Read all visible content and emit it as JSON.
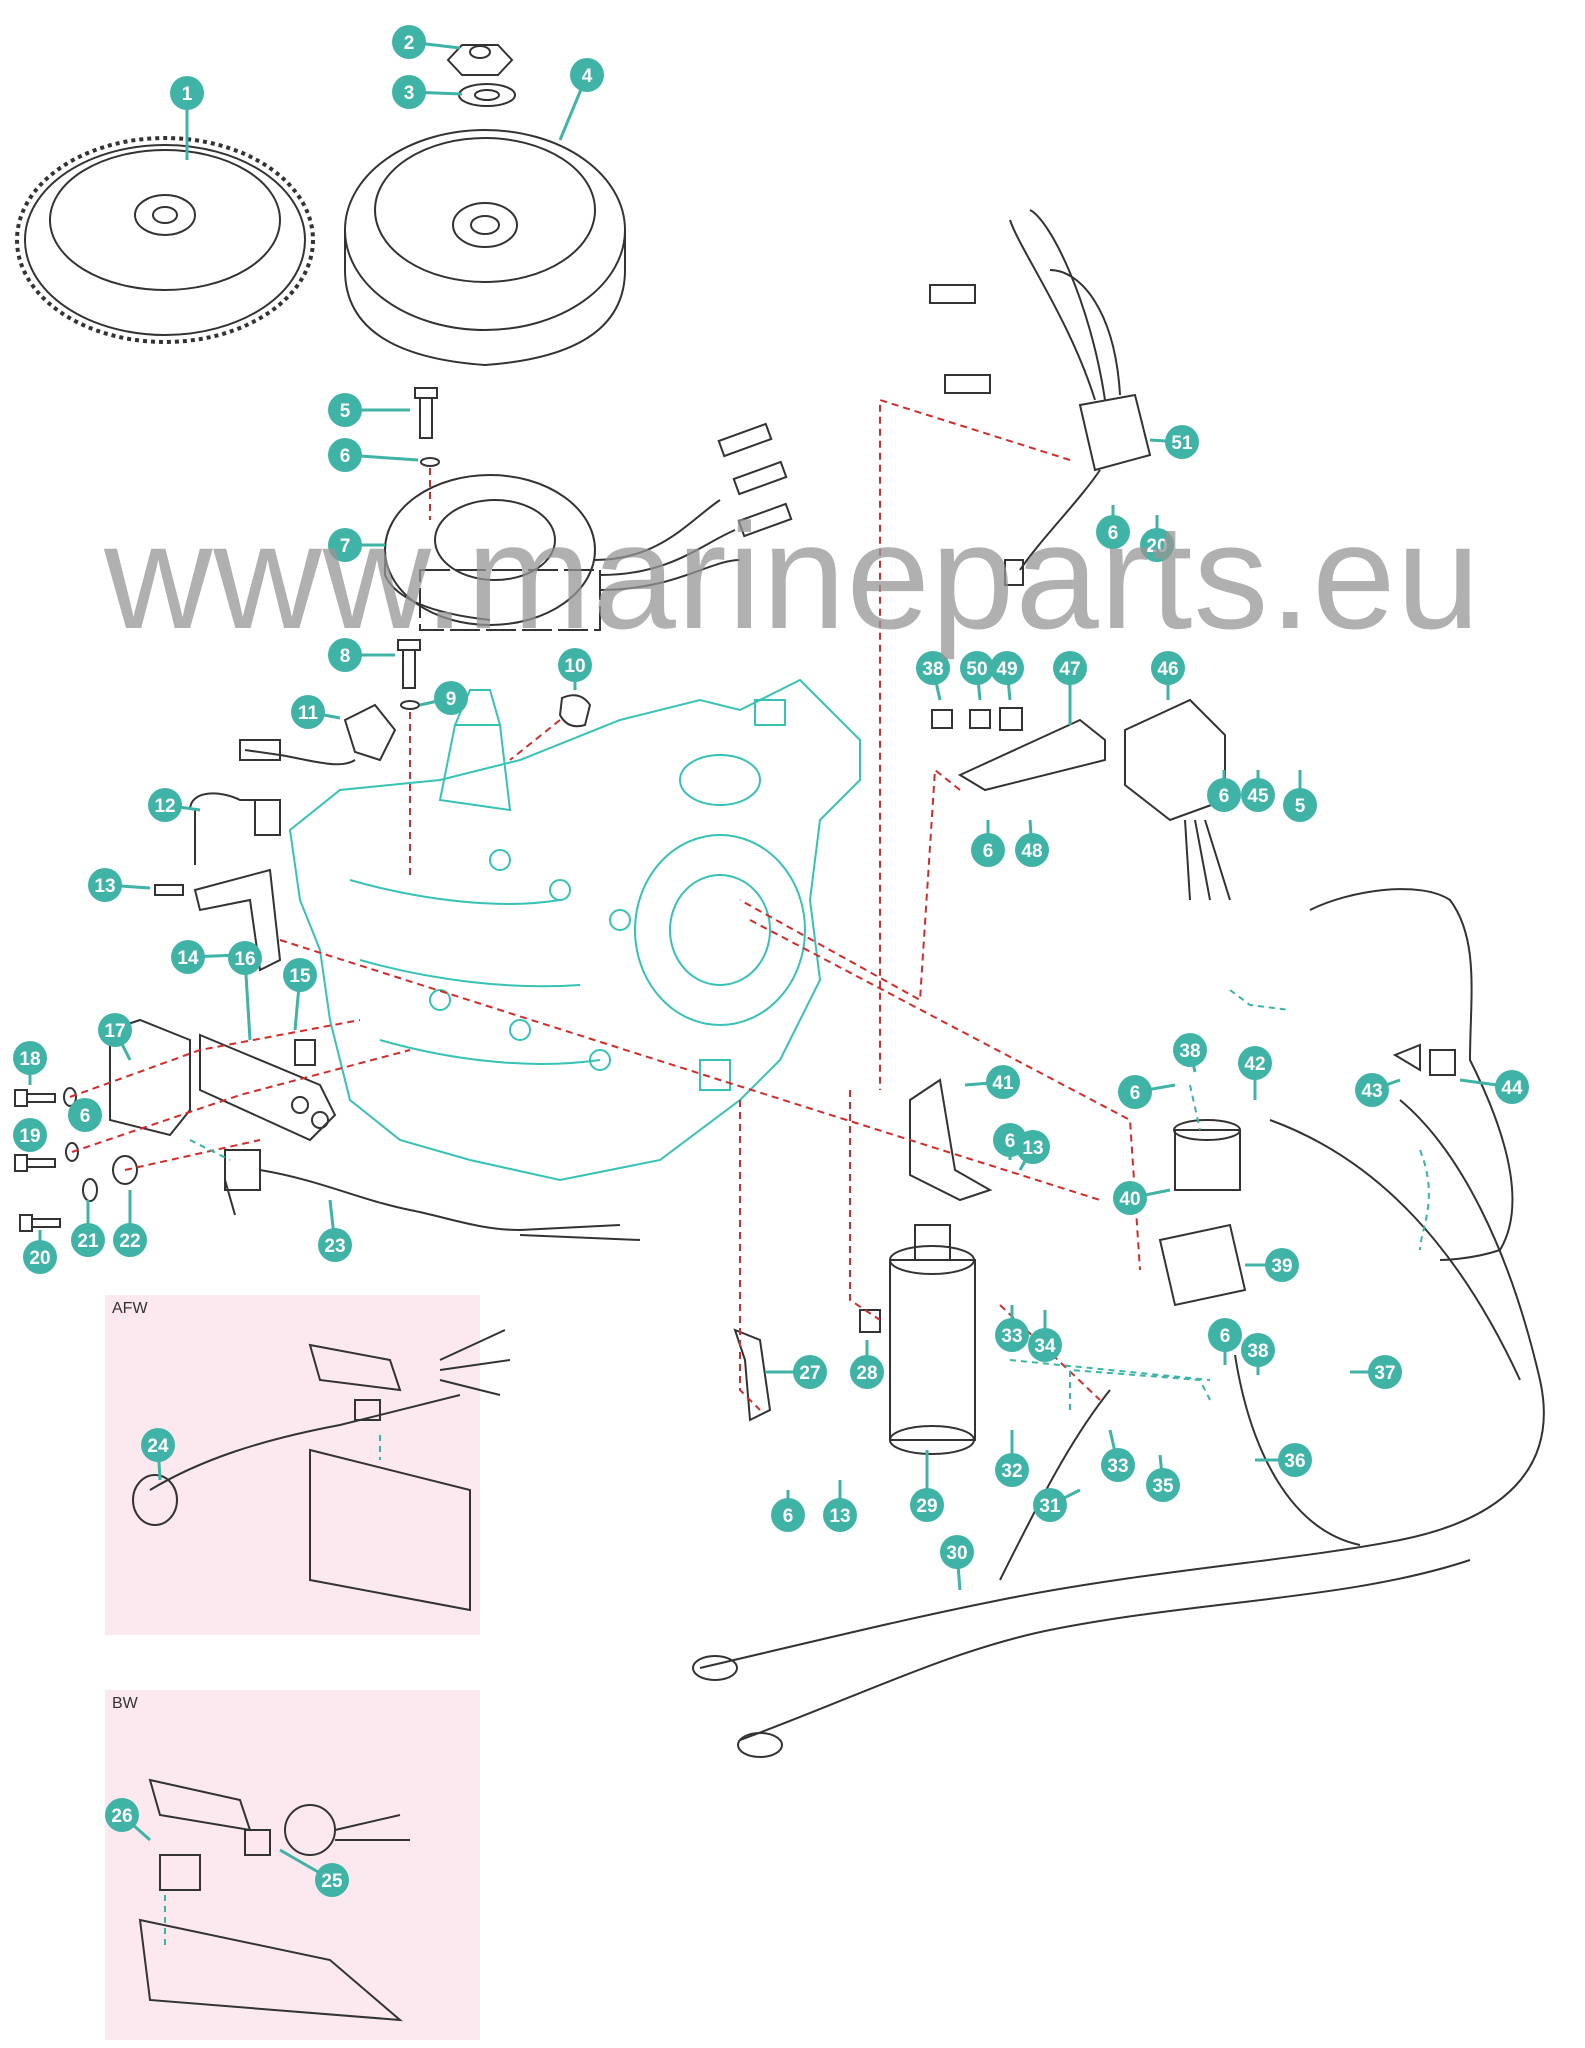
{
  "watermark": "www.marineparts.eu",
  "insets": [
    {
      "label": "AFW"
    },
    {
      "label": "BW"
    }
  ],
  "colors": {
    "callout": "#3fb3a5",
    "engine_outline": "#36c2b4",
    "leader_red": "#d42a2a",
    "leader_teal": "#36b5a8",
    "inset_bg": "#fbe9ef",
    "line": "#333333"
  },
  "callouts": [
    {
      "num": "1"
    },
    {
      "num": "2"
    },
    {
      "num": "3"
    },
    {
      "num": "4"
    },
    {
      "num": "5"
    },
    {
      "num": "6"
    },
    {
      "num": "7"
    },
    {
      "num": "8"
    },
    {
      "num": "9"
    },
    {
      "num": "10"
    },
    {
      "num": "11"
    },
    {
      "num": "12"
    },
    {
      "num": "13"
    },
    {
      "num": "14"
    },
    {
      "num": "16"
    },
    {
      "num": "15"
    },
    {
      "num": "17"
    },
    {
      "num": "18"
    },
    {
      "num": "6"
    },
    {
      "num": "19"
    },
    {
      "num": "20"
    },
    {
      "num": "21"
    },
    {
      "num": "22"
    },
    {
      "num": "23"
    },
    {
      "num": "24"
    },
    {
      "num": "26"
    },
    {
      "num": "25"
    },
    {
      "num": "51"
    },
    {
      "num": "6"
    },
    {
      "num": "20"
    },
    {
      "num": "38"
    },
    {
      "num": "50"
    },
    {
      "num": "49"
    },
    {
      "num": "47"
    },
    {
      "num": "46"
    },
    {
      "num": "6"
    },
    {
      "num": "48"
    },
    {
      "num": "6"
    },
    {
      "num": "45"
    },
    {
      "num": "5"
    },
    {
      "num": "38"
    },
    {
      "num": "6"
    },
    {
      "num": "42"
    },
    {
      "num": "43"
    },
    {
      "num": "44"
    },
    {
      "num": "41"
    },
    {
      "num": "6"
    },
    {
      "num": "13"
    },
    {
      "num": "40"
    },
    {
      "num": "39"
    },
    {
      "num": "33"
    },
    {
      "num": "34"
    },
    {
      "num": "6"
    },
    {
      "num": "38"
    },
    {
      "num": "37"
    },
    {
      "num": "27"
    },
    {
      "num": "28"
    },
    {
      "num": "32"
    },
    {
      "num": "29"
    },
    {
      "num": "33"
    },
    {
      "num": "35"
    },
    {
      "num": "36"
    },
    {
      "num": "31"
    },
    {
      "num": "6"
    },
    {
      "num": "13"
    },
    {
      "num": "30"
    }
  ]
}
